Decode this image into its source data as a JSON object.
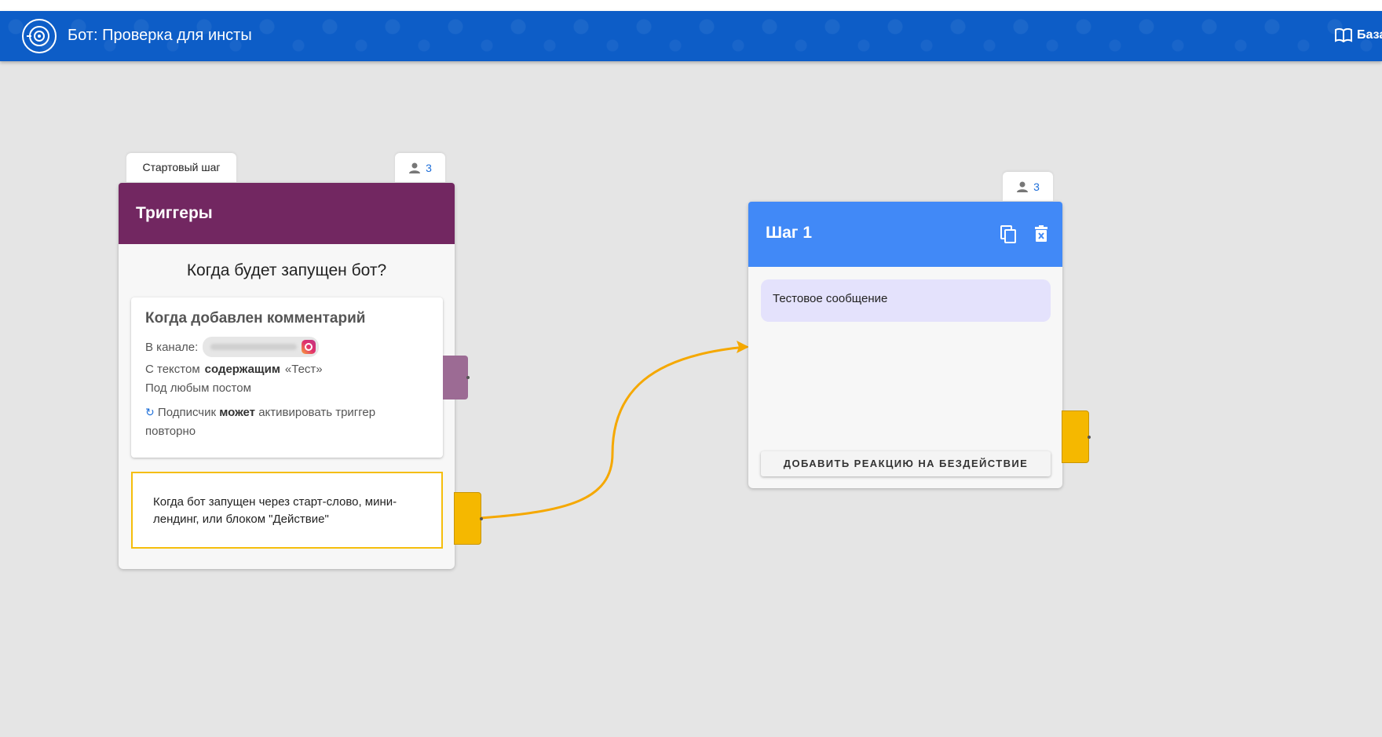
{
  "header": {
    "bot_title": "Бот: Проверка для инсты",
    "kb_label": "База",
    "logo_icon": "target-logo-icon",
    "book_icon": "book-icon"
  },
  "start_card": {
    "tab_label": "Стартовый шаг",
    "users_count": "3",
    "title": "Триггеры",
    "question": "Когда будет запущен бот?",
    "trigger": {
      "title": "Когда добавлен комментарий",
      "channel_label": "В канале:",
      "text_prefix": "С текстом",
      "text_mode": "содержащим",
      "text_value": "«Тест»",
      "post_label": "Под любым постом",
      "resub_prefix": "Подписчик",
      "resub_mode": "может",
      "resub_suffix": "активировать триггер повторно"
    },
    "start_trigger_text": "Когда бот запущен через старт-слово, мини-лендинг, или блоком \"Действие\""
  },
  "step_card": {
    "users_count": "3",
    "title": "Шаг 1",
    "message": "Тестовое сообщение",
    "no_action_button": "ДОБАВИТЬ РЕАКЦИЮ НА БЕЗДЕЙСТВИЕ"
  },
  "colors": {
    "topbar": "#0d5dc7",
    "trigger_header": "#722761",
    "step_header": "#4189f7",
    "connector": "#f5a800",
    "message_bubble": "#e4e2fc"
  }
}
